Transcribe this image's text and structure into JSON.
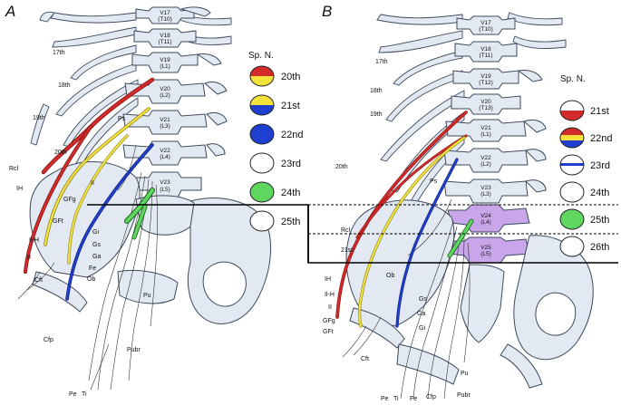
{
  "panels": [
    {
      "letter": "A",
      "vertebrae": [
        {
          "main": "V17",
          "sub": "(T10)"
        },
        {
          "main": "V18",
          "sub": "(T11)"
        },
        {
          "main": "V19",
          "sub": "(L1)"
        },
        {
          "main": "V20",
          "sub": "(L2)"
        },
        {
          "main": "V21",
          "sub": "(L3)"
        },
        {
          "main": "V22",
          "sub": "(L4)"
        },
        {
          "main": "V23",
          "sub": "(L5)"
        }
      ],
      "labels": {
        "rib17": "17th",
        "rib18": "18th",
        "rib19": "19th",
        "rib20": "20th",
        "ps": "Ps",
        "rcl": "Rcl",
        "ih": "IH",
        "ii": "II",
        "gfg": "GFg",
        "gft": "GFt",
        "ihh": "Il-H",
        "ii2": "II",
        "cft": "Cft",
        "cfp": "Cfp",
        "ti": "Ti",
        "fe": "Fe",
        "ob": "Ob",
        "pu": "Pu",
        "pubr": "Pubr",
        "gi": "Gi",
        "gs": "Gs",
        "ga": "Ga",
        "pe": "Pe"
      },
      "legend": {
        "heading": "Sp. N.",
        "items": [
          {
            "label": "20th",
            "top": "#d42a2a",
            "bottom": "#f2e23a"
          },
          {
            "label": "21st",
            "top": "#f2e23a",
            "bottom": "#1f3fd1"
          },
          {
            "label": "22nd",
            "top": "#1f3fd1",
            "bottom": "#1f3fd1"
          },
          {
            "label": "23rd",
            "top": "#ffffff",
            "bottom": "#ffffff"
          },
          {
            "label": "24th",
            "top": "#5fd65f",
            "bottom": "#5fd65f"
          },
          {
            "label": "25th",
            "top": "#ffffff",
            "bottom": "#ffffff"
          }
        ]
      }
    },
    {
      "letter": "B",
      "vertebrae": [
        {
          "main": "V17",
          "sub": "(T10)"
        },
        {
          "main": "V18",
          "sub": "(T11)"
        },
        {
          "main": "V19",
          "sub": "(T12)"
        },
        {
          "main": "V20",
          "sub": "(T13)"
        },
        {
          "main": "V21",
          "sub": "(L1)"
        },
        {
          "main": "V22",
          "sub": "(L2)"
        },
        {
          "main": "V23",
          "sub": "(L3)"
        },
        {
          "main": "V24",
          "sub": "(L4)"
        },
        {
          "main": "V25",
          "sub": "(L5)"
        }
      ],
      "labels": {
        "rib17": "17th",
        "rib18": "18th",
        "rib19": "19th",
        "rib20": "20th",
        "rib21": "21st",
        "ps": "Ps",
        "rcl": "Rcl",
        "ih": "IH",
        "ihh": "Il-H",
        "ii": "II",
        "gfg": "GFg",
        "gft": "GFt",
        "cft": "Cft",
        "cfp": "Cfp",
        "ti": "Ti",
        "fe": "Fe",
        "ob": "Ob",
        "pu": "Pu",
        "pubr": "Pubr",
        "gi": "Gi",
        "gs": "Gs",
        "ga": "Ga",
        "pe": "Pe"
      },
      "legend": {
        "heading": "Sp. N.",
        "items": [
          {
            "label": "21st",
            "top": "#ffffff",
            "bottom": "#d42a2a"
          },
          {
            "label": "22nd",
            "top": "#d42a2a",
            "bottom": "#1f3fd1",
            "middle": "#f2e23a"
          },
          {
            "label": "23rd",
            "top": "#ffffff",
            "bottom": "#ffffff",
            "stripe": "#1f3fd1"
          },
          {
            "label": "24th",
            "top": "#ffffff",
            "bottom": "#ffffff"
          },
          {
            "label": "25th",
            "top": "#5fd65f",
            "bottom": "#5fd65f"
          },
          {
            "label": "26th",
            "top": "#ffffff",
            "bottom": "#ffffff"
          }
        ]
      }
    }
  ],
  "colors": {
    "red": "#d42a2a",
    "yellow": "#f2e23a",
    "blue": "#1f3fd1",
    "green": "#5fd65f",
    "purple": "#c9a6ea",
    "bone": "#e3e9f2"
  }
}
